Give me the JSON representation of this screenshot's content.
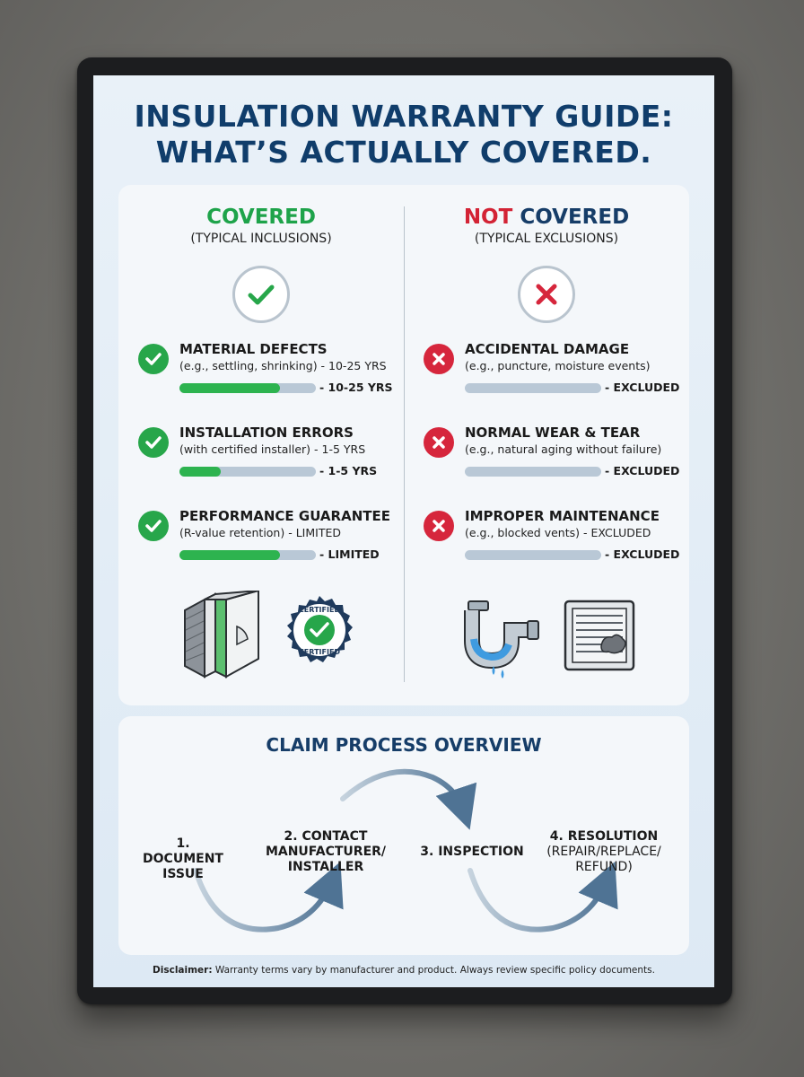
{
  "title_line1": "INSULATION WARRANTY GUIDE:",
  "title_line2": "WHAT’S ACTUALLY COVERED.",
  "covered": {
    "heading": "COVERED",
    "subheading": "(TYPICAL INCLUSIONS)",
    "items": [
      {
        "title": "MATERIAL DEFECTS",
        "desc": "(e.g., settling, shrinking) - 10-25 YRS",
        "bar_label": "- 10-25 YRS",
        "level": 0.74
      },
      {
        "title": "INSTALLATION ERRORS",
        "desc": "(with certified installer) - 1-5 YRS",
        "bar_label": "- 1-5 YRS",
        "level": 0.3
      },
      {
        "title": "PERFORMANCE GUARANTEE",
        "desc": "(R-value retention) - LIMITED",
        "bar_label": "- LIMITED",
        "level": 0.74
      }
    ],
    "seal_text_top": "CERTIFIED",
    "seal_text_bottom": "CERTIFIED"
  },
  "not_covered": {
    "heading_not": "NOT",
    "heading_rest": "COVERED",
    "subheading": "(TYPICAL EXCLUSIONS)",
    "items": [
      {
        "title": "ACCIDENTAL DAMAGE",
        "desc": "(e.g., puncture, moisture events)",
        "bar_label": "- EXCLUDED",
        "level": 0
      },
      {
        "title": "NORMAL WEAR & TEAR",
        "desc": "(e.g., natural aging without failure)",
        "bar_label": "- EXCLUDED",
        "level": 0
      },
      {
        "title": "IMPROPER MAINTENANCE",
        "desc": "(e.g., blocked vents) - EXCLUDED",
        "bar_label": "- EXCLUDED",
        "level": 0
      }
    ]
  },
  "claim": {
    "title": "CLAIM PROCESS OVERVIEW",
    "steps": [
      {
        "line1": "1. DOCUMENT",
        "line2": "ISSUE",
        "line3": ""
      },
      {
        "line1": "2. CONTACT",
        "line2": "MANUFACTURER/",
        "line3": "INSTALLER"
      },
      {
        "line1": "3. INSPECTION",
        "line2": "",
        "line3": ""
      },
      {
        "line1": "4. RESOLUTION",
        "line2": "(REPAIR/REPLACE/",
        "line3": "REFUND)"
      }
    ]
  },
  "disclaimer": {
    "label": "Disclaimer:",
    "text": " Warranty terms vary by manufacturer and product. Always review specific policy documents."
  },
  "colors": {
    "covered_green": "#1ea34a",
    "excluded_red": "#d32335",
    "title_navy": "#103d6b",
    "bar_track": "#b9c8d6"
  }
}
